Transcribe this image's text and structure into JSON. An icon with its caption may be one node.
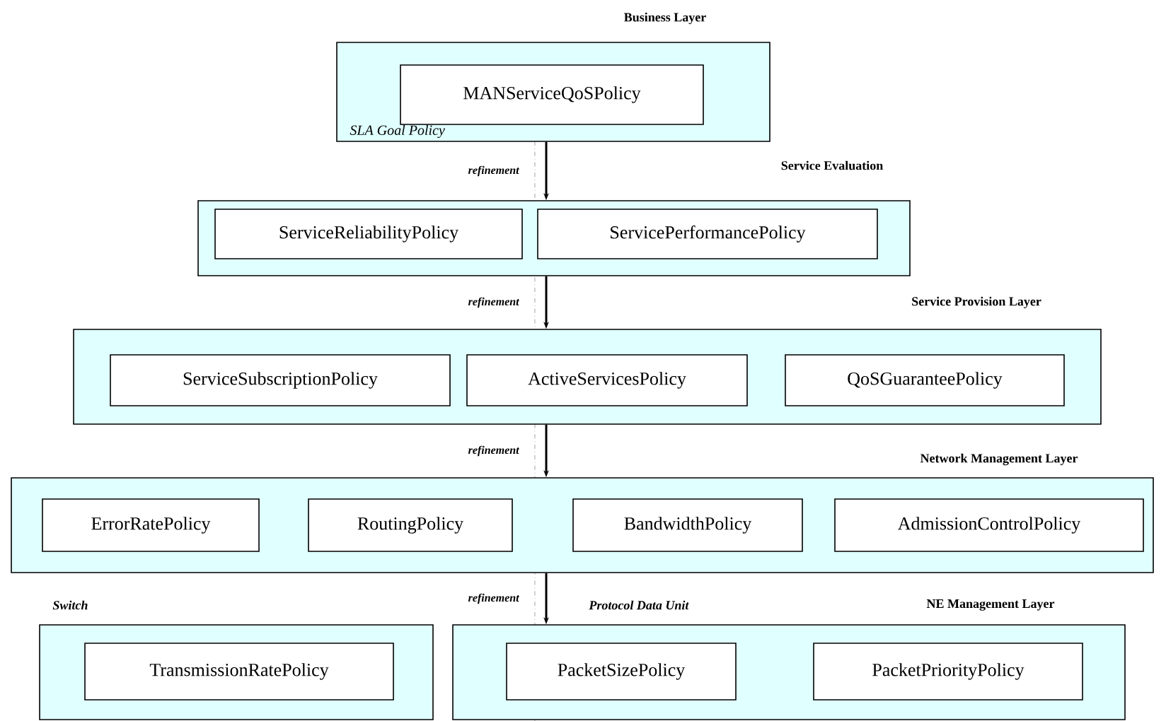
{
  "diagram": {
    "nodes": [
      {
        "text": [
          "Business Layer",
          "SLA Goal Policy"
        ]
      },
      {
        "text": [
          "MANServiceQoSPolicy"
        ],
        "in": 0
      },
      {
        "text": [
          "Service Evaluation"
        ]
      },
      {
        "text": [
          "ServiceReliabilityPolicy"
        ],
        "in": 2
      },
      {
        "text": [
          "ServicePerformancePolicy"
        ],
        "in": 2
      },
      {
        "text": [
          "Service Provision Layer"
        ]
      },
      {
        "text": [
          "ServiceSubscriptionPolicy"
        ],
        "in": 5
      },
      {
        "text": [
          "ActiveServicesPolicy"
        ],
        "in": 5
      },
      {
        "text": [
          "QoSGuaranteePolicy"
        ],
        "in": 5
      },
      {
        "text": [
          "Network Management Layer"
        ]
      },
      {
        "text": [
          "ErrorRatePolicy"
        ],
        "in": 9
      },
      {
        "text": [
          "RoutingPolicy"
        ],
        "in": 9
      },
      {
        "text": [
          "BandwidthPolicy"
        ],
        "in": 9
      },
      {
        "text": [
          "AdmissionControlPolicy"
        ],
        "in": 9
      },
      {
        "text": [
          "Switch"
        ]
      },
      {
        "text": [
          "TransmissionRatePolicy"
        ],
        "in": 14
      },
      {
        "text": [
          "Protocol Data Unit",
          "NE Management Layer"
        ]
      },
      {
        "text": [
          "PacketSizePolicy"
        ],
        "in": 16
      },
      {
        "text": [
          "PacketPriorityPolicy"
        ],
        "in": 16
      }
    ],
    "edges": [
      {
        "from": 0,
        "to": 2,
        "arrow": "to",
        "label": "refinement"
      },
      {
        "from": 2,
        "to": 5,
        "arrow": "to",
        "label": "refinement"
      },
      {
        "from": 5,
        "to": 9,
        "arrow": "to",
        "label": "refinement"
      },
      {
        "from": 9,
        "to": 16,
        "arrow": "to",
        "label": "refinement"
      }
    ]
  }
}
